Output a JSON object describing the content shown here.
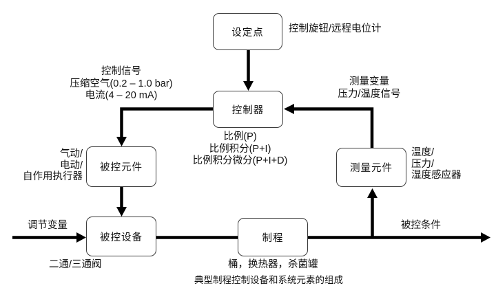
{
  "diagram": {
    "caption": "典型制程控制设备和系统元素的组成",
    "nodes": {
      "setpoint": {
        "label": "设定点"
      },
      "controller": {
        "label": "控制器"
      },
      "final_element": {
        "label": "被控元件"
      },
      "controlled_device": {
        "label": "被控设备"
      },
      "process": {
        "label": "制程"
      },
      "measuring_element": {
        "label": "测量元件"
      }
    },
    "annotations": {
      "setpoint_note": "控制旋钮/远程电位计",
      "control_signal": {
        "line1": "控制信号",
        "line2": "压缩空气(0.2 – 1.0 bar)",
        "line3": "电流(4 – 20 mA)"
      },
      "measured_variable": {
        "line1": "测量变量",
        "line2": "压力/温度信号"
      },
      "controller_modes": {
        "line1": "比例(P)",
        "line2": "比例积分(P+I)",
        "line3": "比例积分微分(P+I+D)"
      },
      "actuator_types": {
        "line1": "气动/",
        "line2": "电动/",
        "line3": "自作用执行器"
      },
      "sensor_types": {
        "line1": "温度/",
        "line2": "压力/",
        "line3": "湿度感应器"
      },
      "manipulated_variable": "调节变量",
      "controlled_condition": "被控条件",
      "valve_types": "二通/三通阀",
      "process_examples": "桶，换热器，杀菌罐"
    },
    "colors": {
      "line": "#000000",
      "text": "#111111",
      "box_border": "#3d3d3d",
      "background": "#ffffff"
    }
  }
}
